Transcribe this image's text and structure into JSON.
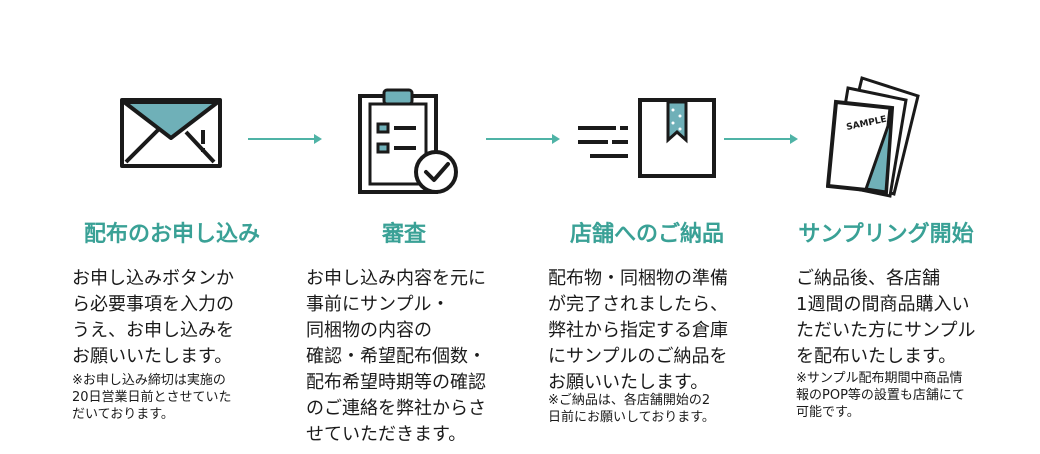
{
  "steps": [
    {
      "title": "配布のお申し込み",
      "body": "お申し込みボタンか\nら必要事項を入力の\nうえ、お申し込みを\nお願いいたします。",
      "note": "※お申し込み締切は実施の\n20日営業日前とさせていた\nだいております。",
      "icon": "envelope-icon"
    },
    {
      "title": "審査",
      "body": "お申し込み内容を元に\n事前にサンプル・\n同梱物の内容の\n確認・希望配布個数・\n配布希望時期等の確認\nのご連絡を弊社からさ\nせていただきます。",
      "note": "",
      "icon": "clipboard-check-icon"
    },
    {
      "title": "店舗へのご納品",
      "body": "配布物・同梱物の準備\nが完了されましたら、\n弊社から指定する倉庫\nにサンプルのご納品を\nお願いいたします。",
      "note": "※ご納品は、各店舗開始の2\n日前にお願いしております。",
      "icon": "delivery-box-icon"
    },
    {
      "title": "サンプリング開始",
      "body": "ご納品後、各店舗\n1週間の間商品購入い\nただいた方にサンプル\nを配布いたします。",
      "note": "※サンプル配布期間中商品情\n報のPOP等の設置も店舗にて\n可能です。",
      "icon": "sample-sheets-icon"
    }
  ],
  "sample_label": "SAMPLE",
  "colors": {
    "accent": "#3aa196",
    "teal_fill": "#6fb0b8",
    "line": "#4fb3a6"
  }
}
